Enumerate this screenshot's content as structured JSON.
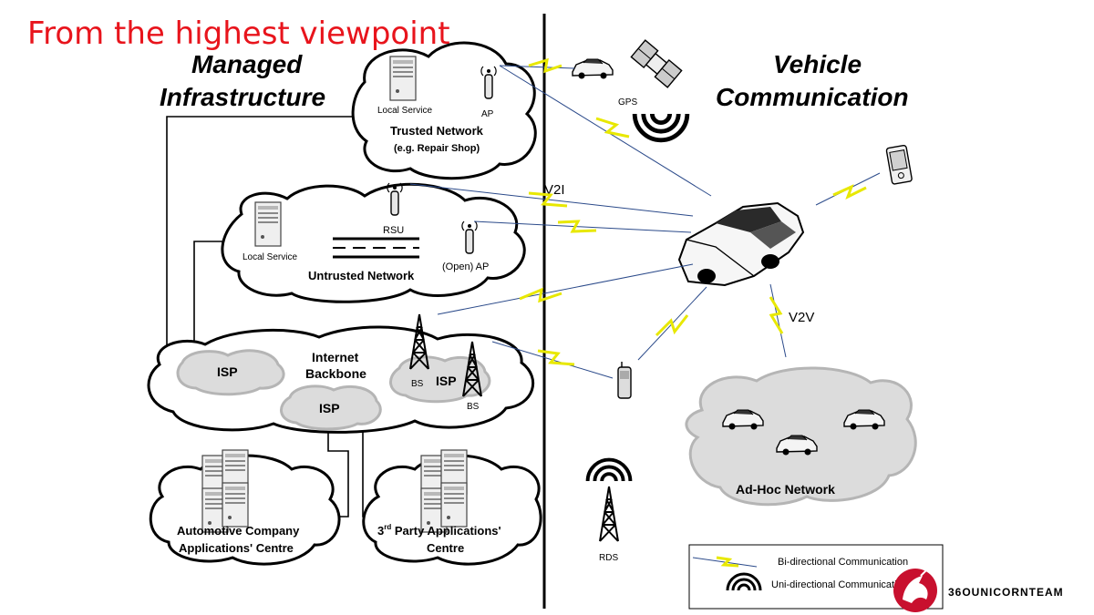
{
  "slide_title": "From the highest viewpoint",
  "headings": {
    "managed_infrastructure_line1": "Managed",
    "managed_infrastructure_line2": "Infrastructure",
    "vehicle_communication_line1": "Vehicle",
    "vehicle_communication_line2": "Communication"
  },
  "trusted_network": {
    "local_service": "Local Service",
    "ap": "AP",
    "name": "Trusted Network",
    "example": "(e.g. Repair Shop)"
  },
  "untrusted_network": {
    "rsu": "RSU",
    "local_service": "Local Service",
    "open_ap": "(Open) AP",
    "name": "Untrusted Network"
  },
  "internet": {
    "backbone_line1": "Internet",
    "backbone_line2": "Backbone",
    "isp_left": "ISP",
    "isp_bottom": "ISP",
    "isp_right": "ISP",
    "bs_left": "BS",
    "bs_right": "BS"
  },
  "centres": {
    "automotive_line1": "Automotive Company",
    "automotive_line2": "Applications' Centre",
    "third_party_prefix": "3",
    "third_party_sup": "rd",
    "third_party_line1_rest": " Party Applications'",
    "third_party_line2": "Centre"
  },
  "vehicle_side": {
    "gps": "GPS",
    "v2i": "V2I",
    "v2v": "V2V",
    "rds": "RDS",
    "adhoc": "Ad-Hoc Network"
  },
  "legend": {
    "bidirectional": "Bi-directional Communication",
    "unidirectional": "Uni-directional Communication"
  },
  "watermark": "36OUNICORNTEAM",
  "colors": {
    "title_red": "#e8141c",
    "lightning_yellow": "#e8e800",
    "link_blue": "#2b4a8a",
    "adhoc_grey": "#dcdcdc"
  }
}
